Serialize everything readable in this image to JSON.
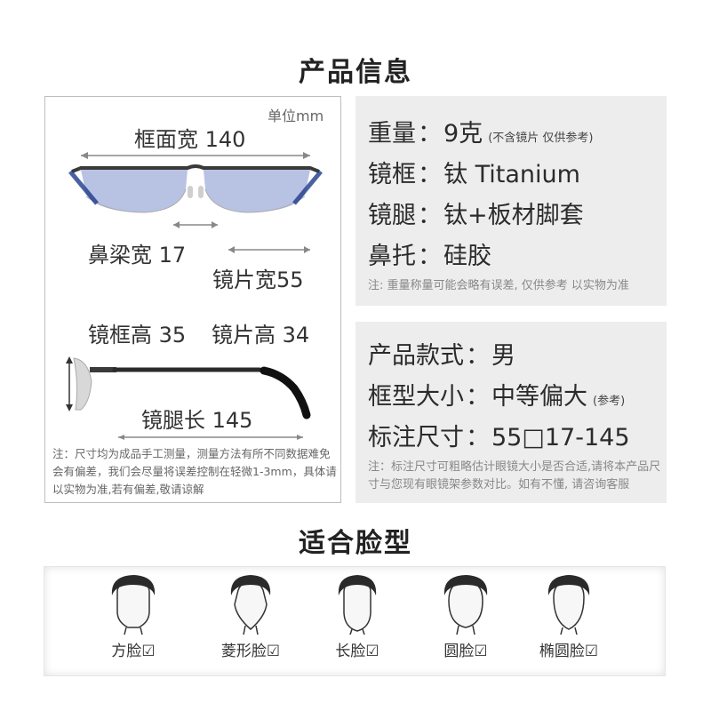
{
  "titles": {
    "product_info": "产品信息",
    "face_fit": "适合脸型"
  },
  "measure": {
    "unit": "单位mm",
    "frame_width": "框面宽 140",
    "bridge_width": "鼻梁宽 17",
    "lens_width": "镜片宽55",
    "frame_height": "镜框高 35",
    "lens_height": "镜片高 34",
    "temple_length": "镜腿长 145",
    "note": "注：尺寸均为成品手工测量，测量方法有所不同数据难免会有偏差，我们会尽量将误差控制在轻微1-3mm，具体请以实物为准,若有偏差,敬请谅解"
  },
  "specs": {
    "weight_label": "重量",
    "weight_value": "9克",
    "weight_note": "(不含镜片 仅供参考)",
    "frame_label": "镜框",
    "frame_value": "钛 Titanium",
    "temple_label": "镜腿",
    "temple_value": "钛+板材脚套",
    "nose_label": "鼻托",
    "nose_value": "硅胶",
    "note": "注: 重量称量可能会略有误差, 仅供参考 以实物为准"
  },
  "style": {
    "gender_label": "产品款式",
    "gender_value": "男",
    "size_label": "框型大小",
    "size_value": "中等偏大",
    "size_note": "(参考)",
    "marked_label": "标注尺寸",
    "marked_value": "55□17-145",
    "note": "注：标注尺寸可粗略估计眼镜大小是否合适,请将本产品尺寸与您现有眼镜架参数对比。如有不懂, 请咨询客服"
  },
  "colon": "：",
  "faces": [
    {
      "label": "方脸☑",
      "shape": "square"
    },
    {
      "label": "菱形脸☑",
      "shape": "diamond"
    },
    {
      "label": "长脸☑",
      "shape": "long"
    },
    {
      "label": "圆脸☑",
      "shape": "round"
    },
    {
      "label": "椭圆脸☑",
      "shape": "oval"
    }
  ],
  "colors": {
    "panel_bg": "#ededed",
    "frame_metal": "#3a3a3a",
    "lens_tint": "#2f4fb3",
    "hair": "#2a2a2a"
  }
}
